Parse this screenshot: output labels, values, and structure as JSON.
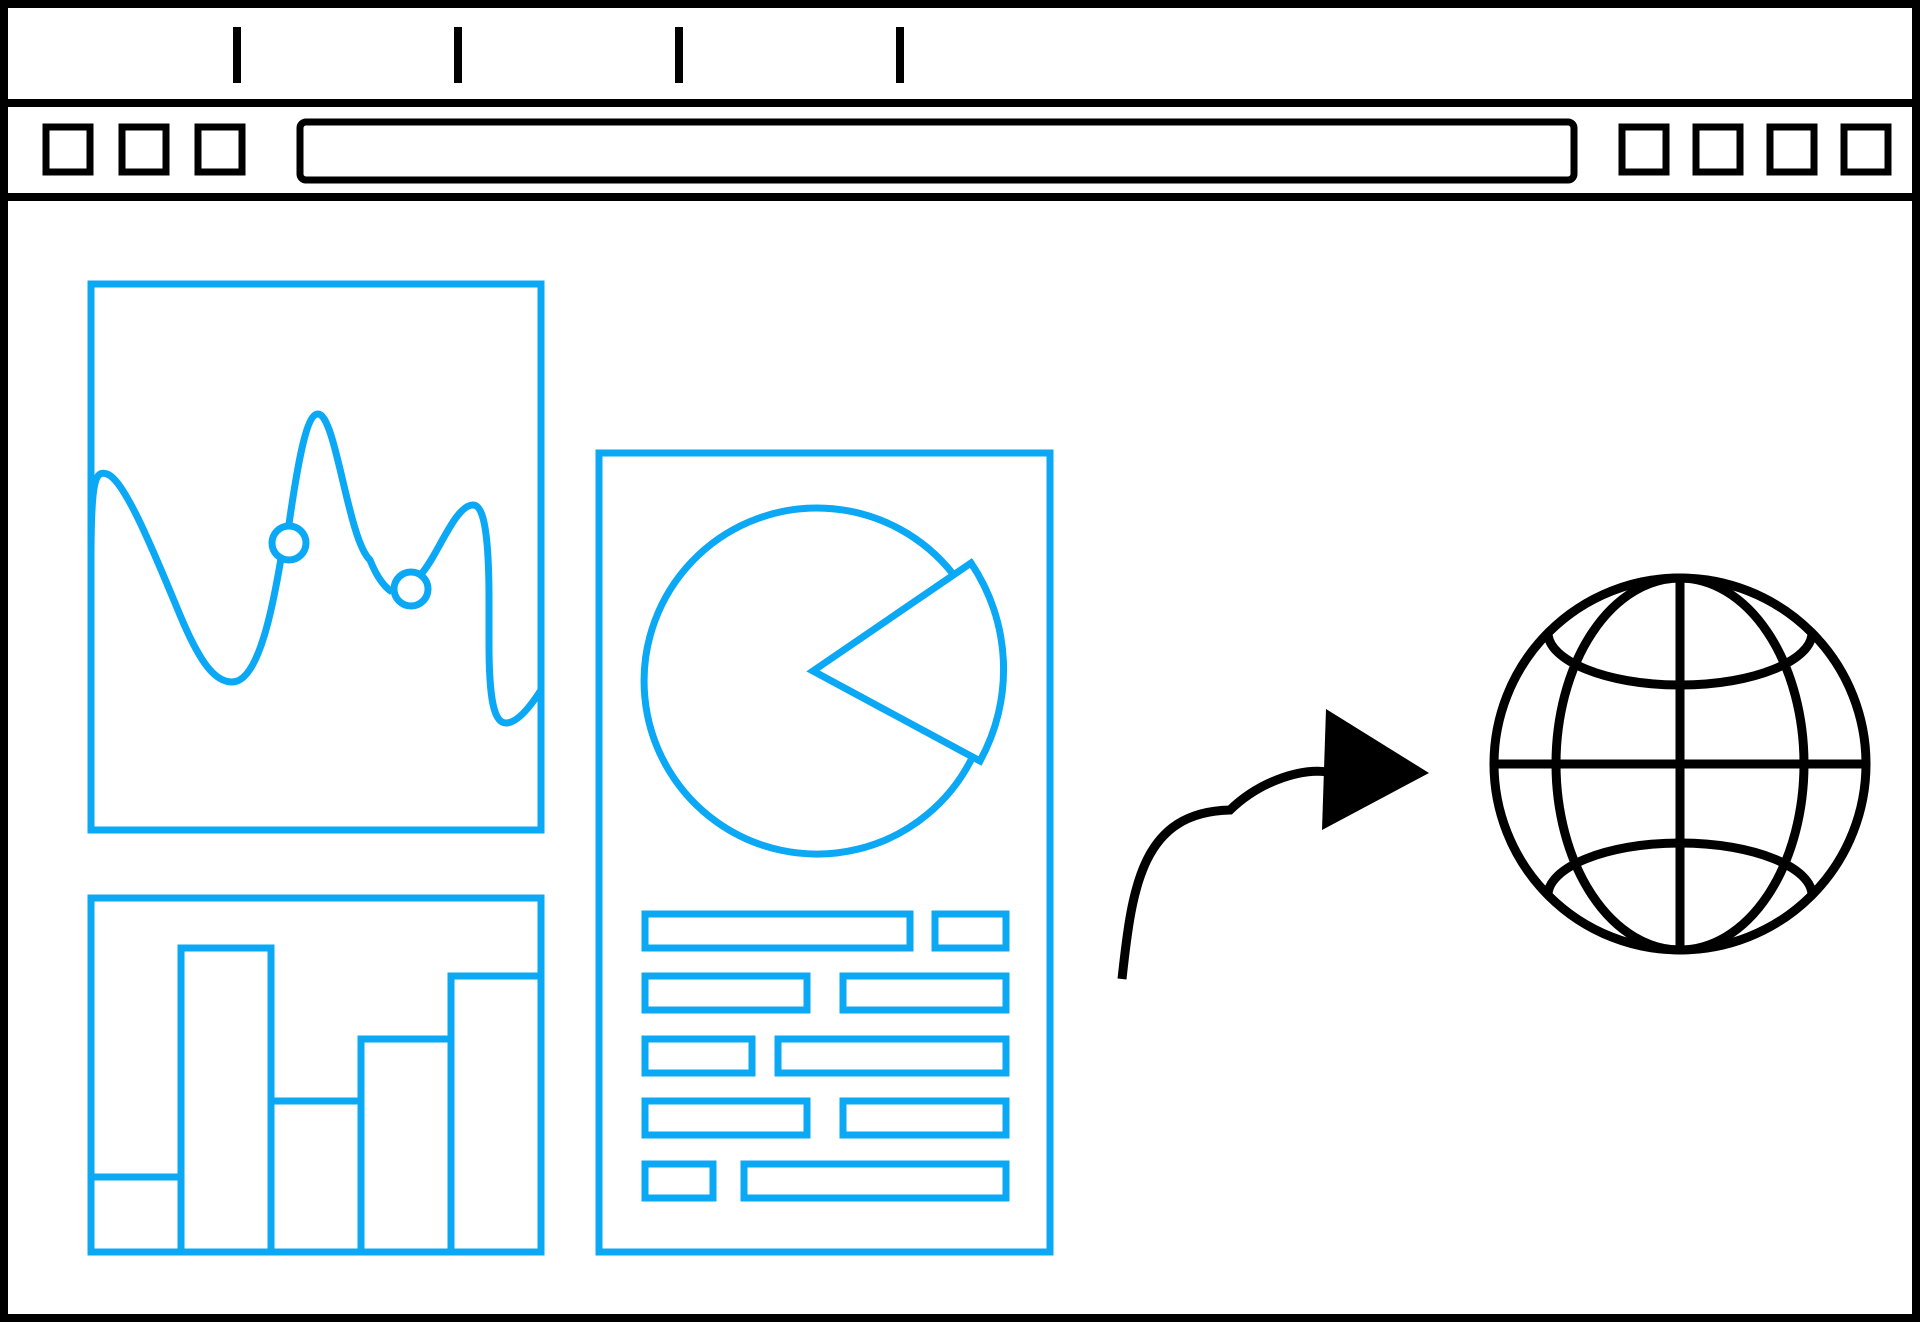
{
  "colors": {
    "outline": "#000000",
    "accent": "#0aa8f5",
    "background": "#ffffff"
  },
  "browser": {
    "tab_markers": 4,
    "toolbar_left_buttons": 3,
    "toolbar_right_buttons": 4,
    "address_bar": ""
  },
  "icons": {
    "line_chart": "line-chart-icon",
    "bar_chart": "bar-chart-icon",
    "pie_chart": "pie-chart-icon",
    "form_fields": "form-fields-icon",
    "arrow": "curved-arrow-icon",
    "globe": "globe-icon"
  }
}
